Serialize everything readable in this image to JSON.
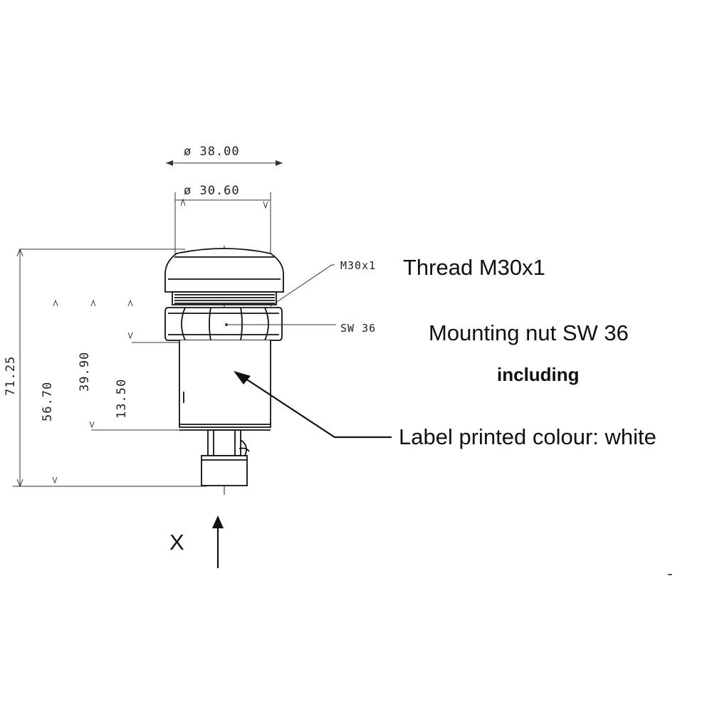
{
  "dimensions": {
    "outer_diameter": "ø 38.00",
    "inner_diameter": "ø 30.60",
    "height_total": "71.25",
    "height_2": "56.70",
    "height_3": "39.90",
    "height_4": "13.50"
  },
  "callouts": {
    "thread_tag": "M30x1",
    "nut_tag": "SW 36"
  },
  "labels": {
    "thread": "Thread M30x1",
    "nut": "Mounting nut SW 36",
    "including": "including",
    "label_colour": "Label printed colour: white",
    "view_direction": "X"
  }
}
